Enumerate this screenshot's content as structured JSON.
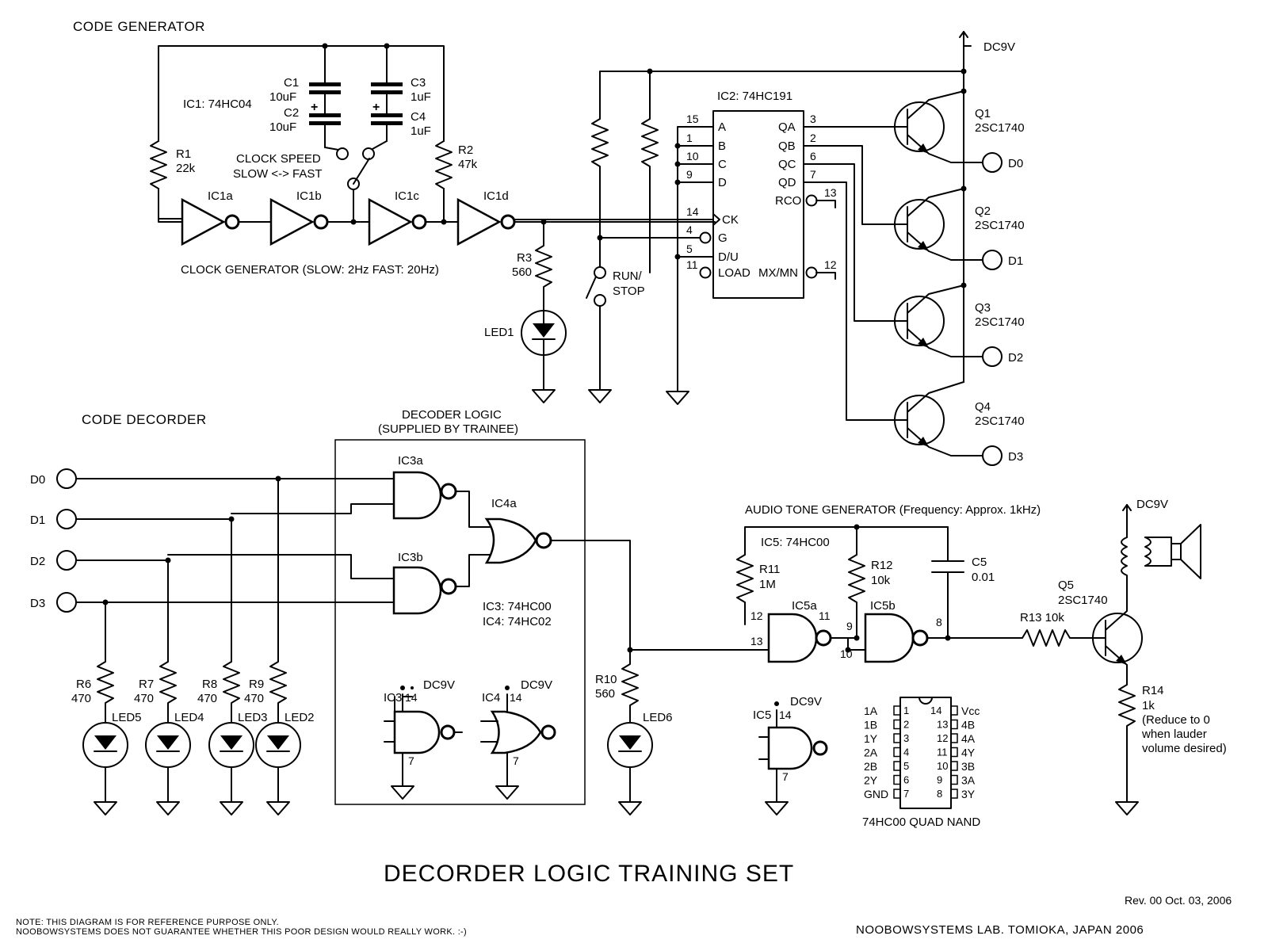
{
  "title": "DECORDER LOGIC TRAINING SET",
  "sections": {
    "code_generator": "CODE GENERATOR",
    "code_decoder": "CODE DECORDER",
    "decoder_logic_line1": "DECODER LOGIC",
    "decoder_logic_line2": "(SUPPLIED  BY TRAINEE)",
    "clock_generator": "CLOCK GENERATOR  (SLOW: 2Hz FAST: 20Hz)",
    "audio_tone": "AUDIO TONE GENERATOR (Frequency: Approx. 1kHz)"
  },
  "power": "DC9V",
  "clock_speed_line1": "CLOCK SPEED",
  "clock_speed_line2": "SLOW <-> FAST",
  "run_stop_line1": "RUN/",
  "run_stop_line2": "STOP",
  "ic_labels": {
    "ic1": "IC1: 74HC04",
    "ic1a": "IC1a",
    "ic1b": "IC1b",
    "ic1c": "IC1c",
    "ic1d": "IC1d",
    "ic2": "IC2: 74HC191",
    "ic3a": "IC3a",
    "ic3b": "IC3b",
    "ic4a": "IC4a",
    "ic3_type": "IC3: 74HC00",
    "ic4_type": "IC4: 74HC02",
    "ic5": "IC5: 74HC00",
    "ic5a": "IC5a",
    "ic5b": "IC5b",
    "ic3": "IC3",
    "ic4": "IC4",
    "ic5_short": "IC5"
  },
  "capacitors": {
    "c1": "C1",
    "c1_val": "10uF",
    "c2": "C2",
    "c2_val": "10uF",
    "c3": "C3",
    "c3_val": "1uF",
    "c4": "C4",
    "c4_val": "1uF",
    "c5": "C5",
    "c5_val": "0.01"
  },
  "resistors": {
    "r1": "R1",
    "r1_val": "22k",
    "r2": "R2",
    "r2_val": "47k",
    "r3": "R3",
    "r3_val": "560",
    "r6": "R6",
    "r6_val": "470",
    "r7": "R7",
    "r7_val": "470",
    "r8": "R8",
    "r8_val": "470",
    "r9": "R9",
    "r9_val": "470",
    "r10": "R10",
    "r10_val": "560",
    "r11": "R11",
    "r11_val": "1M",
    "r12": "R12",
    "r12_val": "10k",
    "r13": "R13 10k",
    "r14": "R14",
    "r14_val": "1k",
    "r14_note1": "(Reduce to 0",
    "r14_note2": "when lauder",
    "r14_note3": "volume desired)"
  },
  "leds": {
    "led1": "LED1",
    "led2": "LED2",
    "led3": "LED3",
    "led4": "LED4",
    "led5": "LED5",
    "led6": "LED6"
  },
  "transistors": {
    "q1": "Q1",
    "q2": "Q2",
    "q3": "Q3",
    "q4": "Q4",
    "q5": "Q5",
    "type": "2SC1740"
  },
  "outputs": [
    "D0",
    "D1",
    "D2",
    "D3"
  ],
  "inputs": [
    "D0",
    "D1",
    "D2",
    "D3"
  ],
  "ic2_pins": {
    "left": [
      {
        "num": "15",
        "name": "A"
      },
      {
        "num": "1",
        "name": "B"
      },
      {
        "num": "10",
        "name": "C"
      },
      {
        "num": "9",
        "name": "D"
      },
      {
        "num": "14",
        "name": "CK"
      },
      {
        "num": "4",
        "name": "G"
      },
      {
        "num": "5",
        "name": "D/U"
      },
      {
        "num": "11",
        "name": "LOAD"
      }
    ],
    "right": [
      {
        "num": "3",
        "name": "QA"
      },
      {
        "num": "2",
        "name": "QB"
      },
      {
        "num": "6",
        "name": "QC"
      },
      {
        "num": "7",
        "name": "QD"
      },
      {
        "num": "13",
        "name": "RCO"
      },
      {
        "num": "12",
        "name": "MX/MN"
      }
    ]
  },
  "gate_pins": {
    "p12": "12",
    "p13": "13",
    "p11": "11",
    "p9": "9",
    "p10": "10",
    "p8": "8",
    "p14": "14",
    "p7": "7"
  },
  "pinout": {
    "left": [
      {
        "name": "1A",
        "num": "1"
      },
      {
        "name": "1B",
        "num": "2"
      },
      {
        "name": "1Y",
        "num": "3"
      },
      {
        "name": "2A",
        "num": "4"
      },
      {
        "name": "2B",
        "num": "5"
      },
      {
        "name": "2Y",
        "num": "6"
      },
      {
        "name": "GND",
        "num": "7"
      }
    ],
    "right": [
      {
        "name": "Vcc",
        "num": "14"
      },
      {
        "name": "4B",
        "num": "13"
      },
      {
        "name": "4A",
        "num": "12"
      },
      {
        "name": "4Y",
        "num": "11"
      },
      {
        "name": "3B",
        "num": "10"
      },
      {
        "name": "3A",
        "num": "9"
      },
      {
        "name": "3Y",
        "num": "8"
      }
    ],
    "caption": "74HC00 QUAD NAND"
  },
  "revision": "Rev. 00 Oct. 03, 2006",
  "note_line1": "NOTE: THIS DIAGRAM IS FOR REFERENCE PURPOSE ONLY.",
  "note_line2": "NOOBOWSYSTEMS DOES NOT GUARANTEE WHETHER THIS POOR DESIGN WOULD REALLY WORK. :-)",
  "credit": "NOOBOWSYSTEMS LAB. TOMIOKA, JAPAN 2006"
}
